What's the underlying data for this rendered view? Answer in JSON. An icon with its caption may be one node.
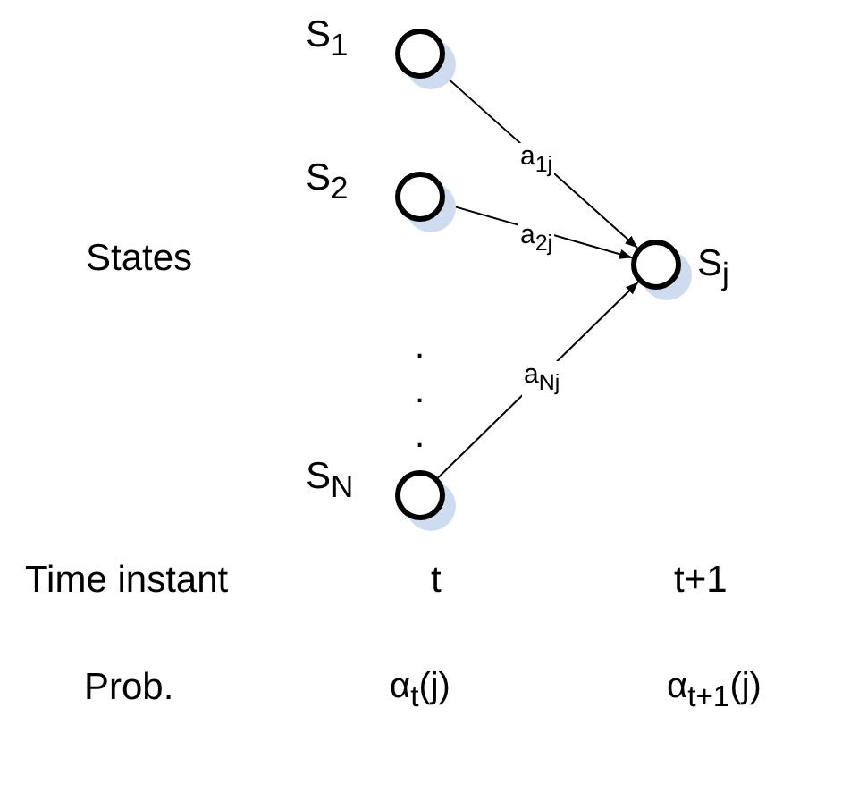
{
  "diagram": {
    "nodes": [
      {
        "text": [],
        "shape": "circle",
        "beside": [
          "S$_{1}$"
        ]
      },
      {
        "text": [],
        "shape": "circle",
        "beside": [
          "S$_{2}$"
        ]
      },
      {
        "text": [],
        "shape": "circle",
        "beside": [
          "S$_{N}$"
        ]
      },
      {
        "text": [],
        "shape": "circle",
        "beside": [
          "S$_{j}$"
        ]
      }
    ],
    "edges": [
      {
        "from": 0,
        "to": 3,
        "arrow": "to",
        "label": "a$_{1j}$"
      },
      {
        "from": 1,
        "to": 3,
        "arrow": "to",
        "label": "a$_{2j}$"
      },
      {
        "from": 2,
        "to": 3,
        "arrow": "to",
        "label": "a$_{Nj}$"
      }
    ],
    "labels": [
      "States",
      ".",
      ".",
      ".",
      "Time instant",
      "t",
      "t+1",
      "Prob.",
      "α$_{t}$(j)",
      "α$_{t+1}$(j)"
    ]
  }
}
